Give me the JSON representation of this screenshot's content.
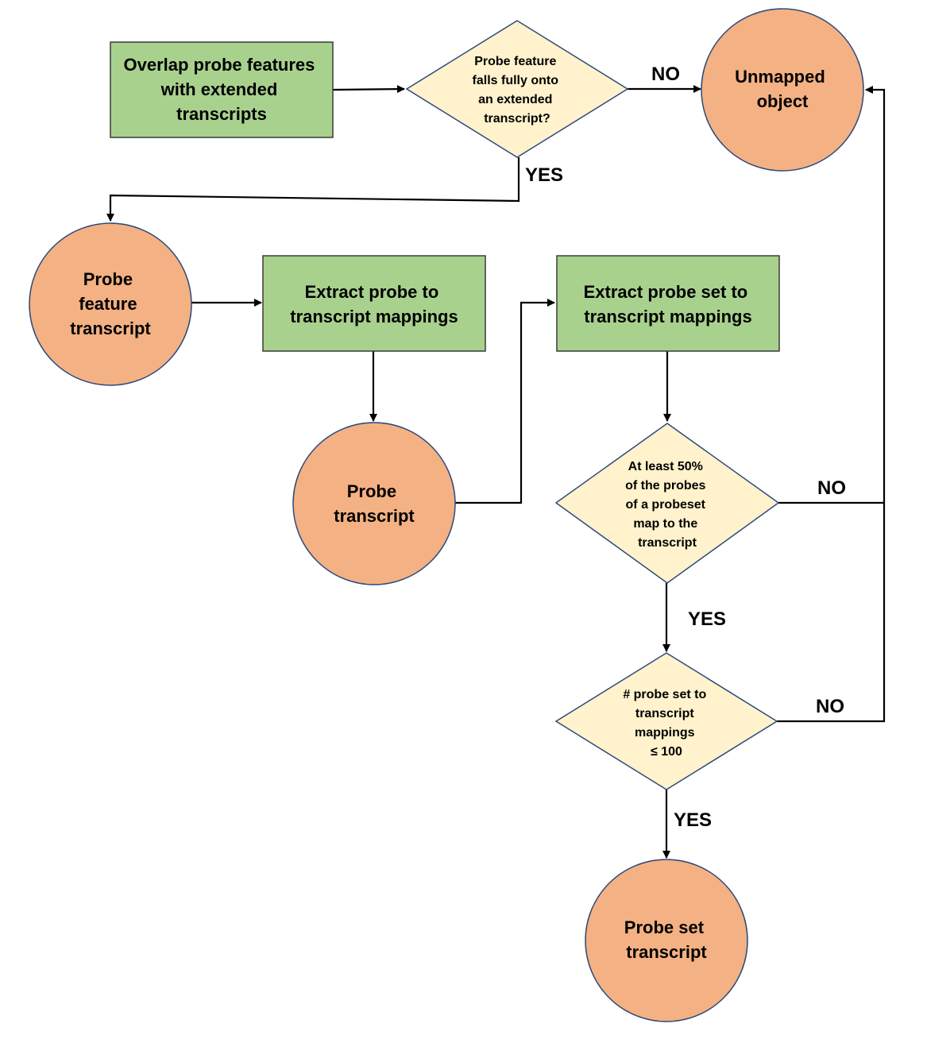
{
  "colors": {
    "process_fill": "#a9d18e",
    "process_stroke": "#3a3a3a",
    "decision_fill": "#fff2cc",
    "decision_stroke": "#2e4a7a",
    "terminal_fill": "#f4b183",
    "terminal_stroke": "#2e4a7a",
    "line": "#000000"
  },
  "nodes": {
    "overlap_box": {
      "lines": [
        "Overlap probe features",
        "with extended",
        "transcripts"
      ]
    },
    "decision_falls": {
      "lines": [
        "Probe feature",
        "falls fully onto",
        "an extended",
        "transcript?"
      ]
    },
    "unmapped": {
      "lines": [
        "Unmapped",
        "object"
      ]
    },
    "probe_feature_transcript": {
      "lines": [
        "Probe",
        "feature",
        "transcript"
      ]
    },
    "extract_probe": {
      "lines": [
        "Extract probe to",
        "transcript mappings"
      ]
    },
    "extract_probe_set": {
      "lines": [
        "Extract probe set to",
        "transcript mappings"
      ]
    },
    "probe_transcript": {
      "lines": [
        "Probe",
        "transcript"
      ]
    },
    "decision_50": {
      "lines": [
        "At least 50%",
        "of the probes",
        "of a probeset",
        "map to the",
        "transcript"
      ]
    },
    "decision_100": {
      "lines": [
        "# probe set to",
        "transcript",
        "mappings",
        "≤ 100"
      ]
    },
    "probe_set_transcript": {
      "lines": [
        "Probe set",
        "transcript"
      ]
    }
  },
  "edge_labels": {
    "no_top": "NO",
    "yes_top": "YES",
    "no_mid": "NO",
    "yes_mid": "YES",
    "no_bottom": "NO",
    "yes_bottom": "YES"
  }
}
